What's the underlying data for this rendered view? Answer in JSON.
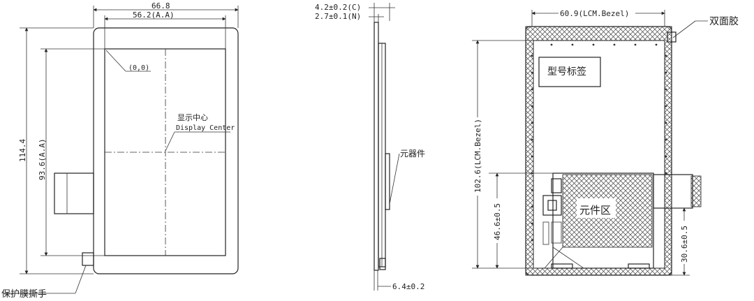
{
  "front_view": {
    "width_outline": "66.8",
    "width_active_area": "56.2(A.A)",
    "height_outline": "114.4",
    "height_active_area": "93.6(A.A)",
    "origin_label": "(0,0)",
    "display_center_cn": "显示中心",
    "display_center_en": "Display Center",
    "film_tab": "保护膜撕手"
  },
  "side_view": {
    "thickness_with_components": "4.2±0.2(C)",
    "thickness_panel": "2.7±0.1(N)",
    "components": "元器件",
    "thickness_bottom": "6.4±0.2"
  },
  "back_view": {
    "bezel_width": "60.9(LCM.Bezel)",
    "bezel_height": "102.6(LCM.Bezel)",
    "double_sided_tape": "双面胶",
    "model_label": "型号标签",
    "component_area": "元件区",
    "dim_component_area_height": "46.6±0.5",
    "dim_right_height": "30.6±0.5"
  }
}
